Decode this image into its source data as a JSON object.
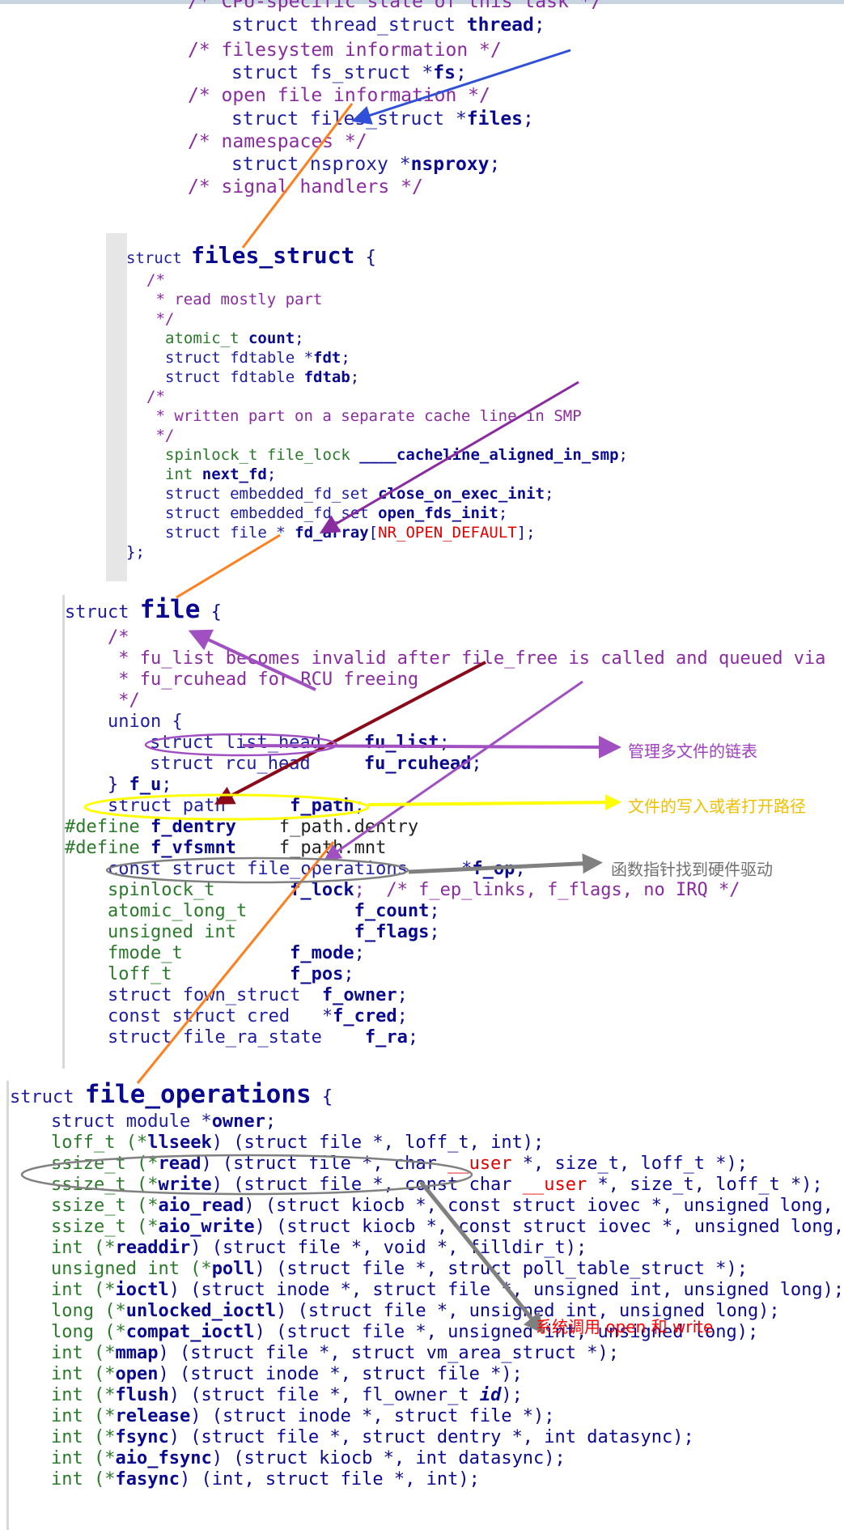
{
  "task_struct": {
    "line0": "/* CPU-specific state of this task */",
    "line1_kw": "struct thread_struct ",
    "line1_nm": "thread",
    "line1_end": ";",
    "line2": "/* filesystem information */",
    "line3_kw": "struct fs_struct *",
    "line3_nm": "fs",
    "line3_end": ";",
    "line4": "/* open file information */",
    "line5_kw": "struct files_struct *",
    "line5_nm": "files",
    "line5_end": ";",
    "line6": "/* namespaces */",
    "line7_kw": "struct nsproxy *",
    "line7_nm": "nsproxy",
    "line7_end": ";",
    "line8": "/* signal handlers */"
  },
  "files_struct": {
    "head_kw": "struct ",
    "head_name": "files_struct",
    "head_brace": " {",
    "c1": "/*",
    "c2": " * read mostly part",
    "c3": " */",
    "f1_ty": "atomic_t ",
    "f1_nm": "count",
    "f1_end": ";",
    "f2_ty": "struct fdtable *",
    "f2_nm": "fdt",
    "f2_end": ";",
    "f3_ty": "struct fdtable ",
    "f3_nm": "fdtab",
    "f3_end": ";",
    "c4": "/*",
    "c5": " * written part on a separate cache line in SMP",
    "c6": " */",
    "f4_ty": "spinlock_t file_lock ",
    "f4_nm": "____cacheline_aligned_in_smp",
    "f4_end": ";",
    "f5_ty": "int ",
    "f5_nm": "next_fd",
    "f5_end": ";",
    "f6_ty": "struct embedded_fd_set ",
    "f6_nm": "close_on_exec_init",
    "f6_end": ";",
    "f7_ty": "struct embedded_fd_set ",
    "f7_nm": "open_fds_init",
    "f7_end": ";",
    "f8_ty": "struct file * ",
    "f8_nm": "fd_array",
    "f8_br1": "[",
    "f8_red": "NR_OPEN_DEFAULT",
    "f8_br2": "];",
    "close": "};"
  },
  "file_struct": {
    "head_kw": "struct ",
    "head_name": "file",
    "head_brace": " {",
    "c1": "/*",
    "c2": " * fu_list becomes invalid after file_free is called and queued via",
    "c3": " * fu_rcuhead for RCU freeing",
    "c4": " */",
    "union": "union {",
    "u1_ty": "struct list_head    ",
    "u1_nm": "fu_list",
    "u1_end": ";",
    "u2_ty": "struct rcu_head     ",
    "u2_nm": "fu_rcuhead",
    "u2_end": ";",
    "u_close": "} ",
    "u_nm": "f_u",
    "u_end": ";",
    "p1_ty": "struct path      ",
    "p1_nm": "f_path",
    "p1_end": ";",
    "d1_kw": "#define ",
    "d1_nm": "f_dentry",
    "d1_val": "    f_path.dentry",
    "d2_kw": "#define ",
    "d2_nm": "f_vfsmnt",
    "d2_val": "    f_path.mnt",
    "o1_ty": "const struct file_operations     *",
    "o1_nm": "f_op",
    "o1_end": ";",
    "s1_ty": "spinlock_t       ",
    "s1_nm": "f_lock",
    "s1_end": ";  /* f_ep_links, f_flags, no IRQ */",
    "a1_ty": "atomic_long_t          ",
    "a1_nm": "f_count",
    "a1_end": ";",
    "a2_ty": "unsigned int           ",
    "a2_nm": "f_flags",
    "a2_end": ";",
    "a3_ty": "fmode_t          ",
    "a3_nm": "f_mode",
    "a3_end": ";",
    "a4_ty": "loff_t           ",
    "a4_nm": "f_pos",
    "a4_end": ";",
    "a5_ty": "struct fown_struct  ",
    "a5_nm": "f_owner",
    "a5_end": ";",
    "a6_ty": "const struct cred   *",
    "a6_nm": "f_cred",
    "a6_end": ";",
    "a7_ty": "struct file_ra_state    ",
    "a7_nm": "f_ra",
    "a7_end": ";"
  },
  "file_operations": {
    "head_kw": "struct ",
    "head_name": "file_operations",
    "head_brace": " {",
    "l1": [
      "struct module *",
      "owner",
      ";"
    ],
    "l2": [
      "loff_t (*",
      "llseek",
      ") (struct file *, loff_t, int);"
    ],
    "l3_a": "ssize_t (*",
    "l3_nm": "read",
    "l3_b": ") (struct file *, char ",
    "l3_red": "__user",
    "l3_c": " *, size_t, loff_t *);",
    "l4_a": "ssize_t (*",
    "l4_nm": "write",
    "l4_b": ") (struct file *, const char ",
    "l4_red": "__user",
    "l4_c": " *, size_t, loff_t *);",
    "l5": [
      "ssize_t (*",
      "aio_read",
      ") (struct kiocb *, const struct iovec *, unsigned long, lo"
    ],
    "l6": [
      "ssize_t (*",
      "aio_write",
      ") (struct kiocb *, const struct iovec *, unsigned long, l"
    ],
    "l7": [
      "int (*",
      "readdir",
      ") (struct file *, void *, filldir_t);"
    ],
    "l8": [
      "unsigned int (*",
      "poll",
      ") (struct file *, struct poll_table_struct *);"
    ],
    "l9": [
      "int (*",
      "ioctl",
      ") (struct inode *, struct file *, unsigned int, unsigned long);"
    ],
    "l10": [
      "long (*",
      "unlocked_ioctl",
      ") (struct file *, unsigned int, unsigned long);"
    ],
    "l11": [
      "long (*",
      "compat_ioctl",
      ") (struct file *, unsigned int, unsigned long);"
    ],
    "l12": [
      "int (*",
      "mmap",
      ") (struct file *, struct vm_area_struct *);"
    ],
    "l13": [
      "int (*",
      "open",
      ") (struct inode *, struct file *);"
    ],
    "l14_a": "int (*",
    "l14_nm": "flush",
    "l14_b": ") (struct file *, fl_owner_t ",
    "l14_id": "id",
    "l14_c": ");",
    "l15": [
      "int (*",
      "release",
      ") (struct inode *, struct file *);"
    ],
    "l16": [
      "int (*",
      "fsync",
      ") (struct file *, struct dentry *, int datasync);"
    ],
    "l17": [
      "int (*",
      "aio_fsync",
      ") (struct kiocb *, int datasync);"
    ],
    "l18": [
      "int (*",
      "fasync",
      ") (int, struct file *, int);"
    ]
  },
  "annotations": {
    "list_note": "管理多文件的链表",
    "path_note": "文件的写入或者打开路径",
    "fop_note": "函数指针找到硬件驱动",
    "syscall_note": "系统调用 open 和 write"
  },
  "colors": {
    "orange": "#ff7f1e",
    "blue": "#3050d8",
    "purple": "#8a2ba0",
    "dark_red": "#8b0a1a",
    "magenta": "#a050c0",
    "yellow": "#ffff00",
    "gray": "#808080",
    "note_purple": "#a040c0",
    "note_yellow": "#f0c000",
    "note_gray": "#707070",
    "note_red": "#ff0000"
  }
}
